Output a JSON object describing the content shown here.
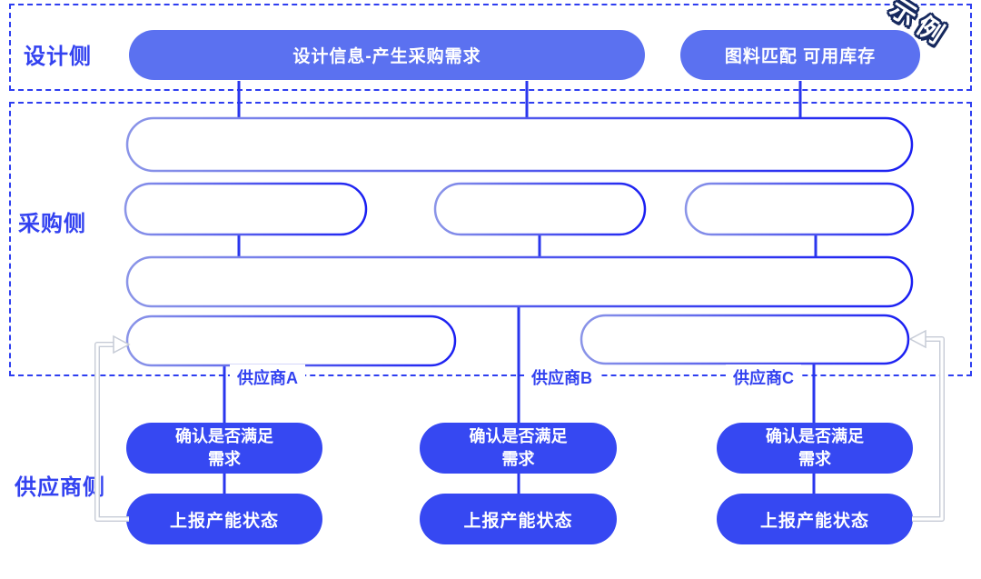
{
  "badge": {
    "label": "示例"
  },
  "design": {
    "label": "设计侧",
    "pills": [
      {
        "label": "设计信息-产生采购需求"
      },
      {
        "label": "图料匹配  可用库存"
      }
    ]
  },
  "procurement": {
    "label": "采购侧",
    "note": "four rows of empty outlined flow nodes connected by vertical lines"
  },
  "supplier": {
    "label": "供应商侧",
    "columns": [
      {
        "tag": "供应商A",
        "confirm": "确认是否满足\n需求",
        "report": "上报产能状态"
      },
      {
        "tag": "供应商B",
        "confirm": "确认是否满足\n需求",
        "report": "上报产能状态"
      },
      {
        "tag": "供应商C",
        "confirm": "确认是否满足\n需求",
        "report": "上报产能状态"
      }
    ]
  },
  "colors": {
    "design_pill_bg": "#5B71F0",
    "supplier_pill_bg": "#3648F2",
    "outline_gradient_left": "#8A94E8",
    "outline_gradient_right": "#1A1FF2",
    "connector": "#2936EE",
    "dashed_border": "#2E3EF0",
    "label_text": "#3342F0",
    "badge_outline": "#16295E",
    "feedback_arrow": "#ffffff"
  }
}
